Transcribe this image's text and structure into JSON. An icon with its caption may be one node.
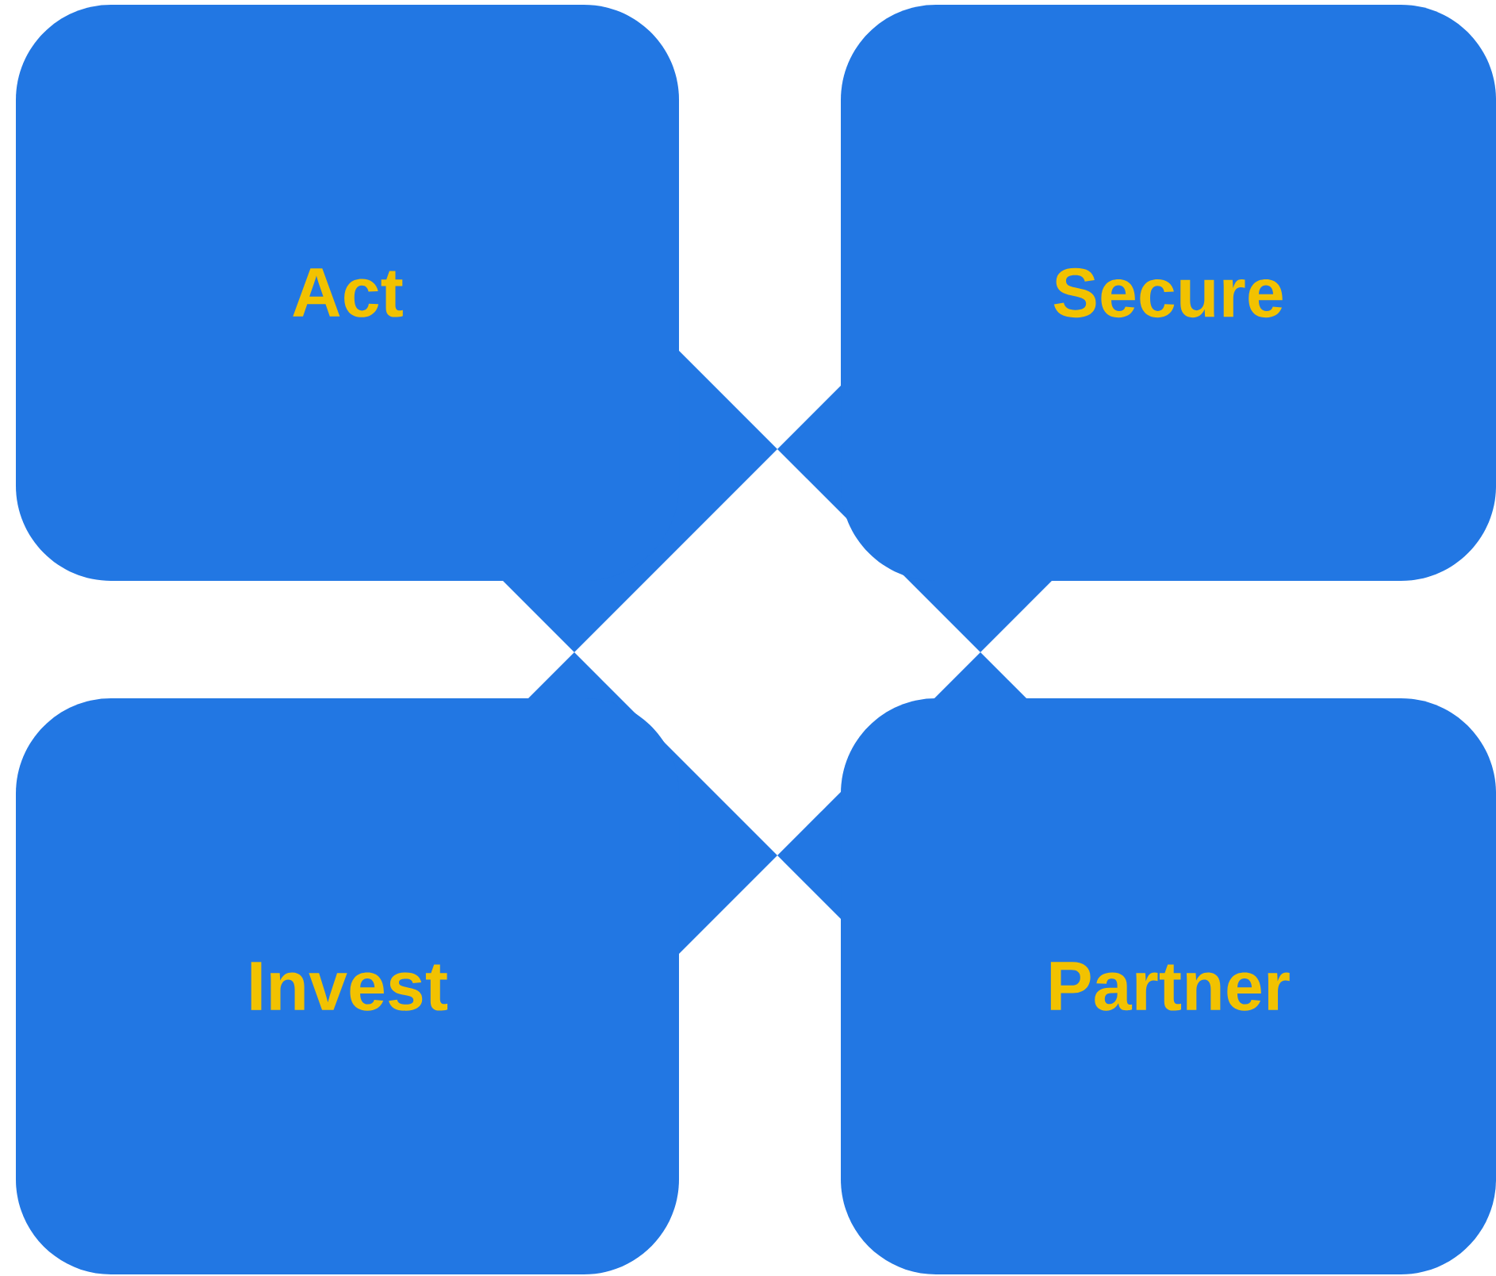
{
  "diagram": {
    "nodes": [
      {
        "text": [
          "Act"
        ]
      },
      {
        "text": [
          "Secure"
        ]
      },
      {
        "text": [
          "Invest"
        ]
      },
      {
        "text": [
          "Partner"
        ]
      }
    ]
  }
}
